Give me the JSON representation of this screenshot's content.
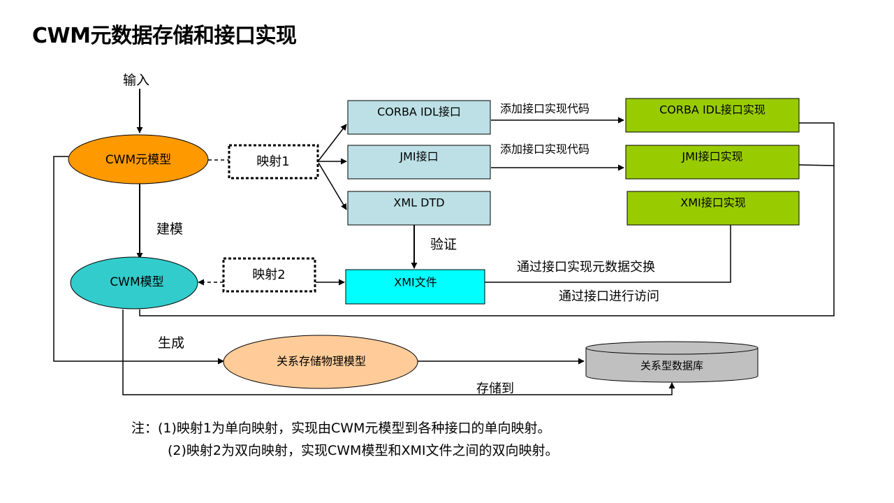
{
  "title": "CWM元数据存储和接口实现",
  "colors": {
    "orange": "#FF9900",
    "teal": "#33CCCC",
    "peach": "#FFCC99",
    "light_blue": "#BCE0E6",
    "green": "#99CC00",
    "cyan": "#00FFFF",
    "gray": "#C0C0C0"
  },
  "diagram": {
    "input_label": "输入",
    "cwm_meta_model": "CWM元模型",
    "mapping1": "映射1",
    "corba_idl": "CORBA IDL接口",
    "jmi_interface": "JMI接口",
    "xml_dtd": "XML DTD",
    "add_code_1": "添加接口实现代码",
    "add_code_2": "添加接口实现代码",
    "corba_impl": "CORBA IDL接口实现",
    "jmi_impl": "JMI接口实现",
    "xmi_impl": "XMI接口实现",
    "modeling": "建模",
    "validate": "验证",
    "cwm_model": "CWM模型",
    "mapping2": "映射2",
    "xmi_file": "XMI文件",
    "exchange_label": "通过接口实现元数据交换",
    "access_label": "通过接口进行访问",
    "generate": "生成",
    "relational_model": "关系存储物理模型",
    "relational_db": "关系型数据库",
    "store_to": "存储到"
  },
  "notes": {
    "line1": "注：(1)映射1为单向映射，实现由CWM元模型到各种接口的单向映射。",
    "line2": "(2)映射2为双向映射，实现CWM模型和XMI文件之间的双向映射。"
  }
}
